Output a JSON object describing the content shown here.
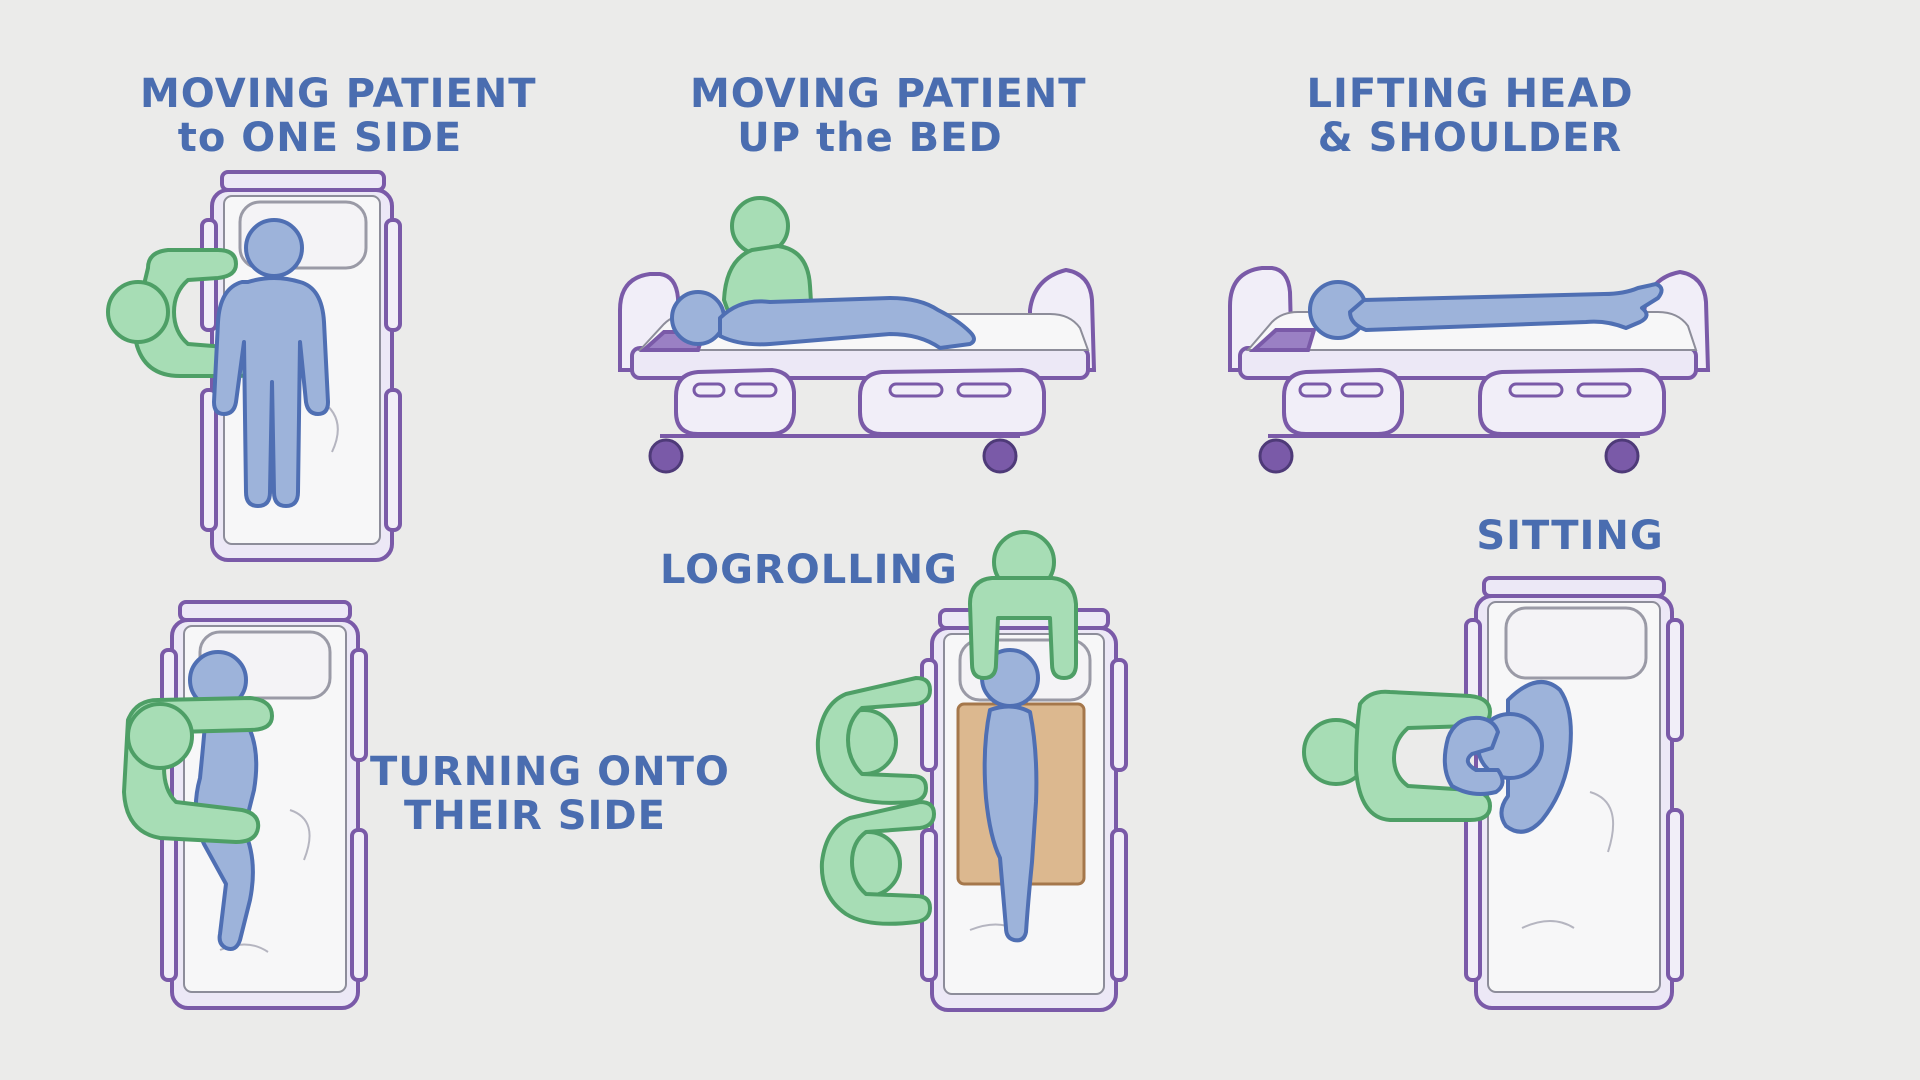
{
  "labels": {
    "moving_side": [
      "MOVING PATIENT",
      "to ONE SIDE"
    ],
    "moving_up": [
      "MOVING PATIENT",
      "UP the BED"
    ],
    "lifting": [
      "LIFTING HEAD",
      "& SHOULDER"
    ],
    "turning": [
      "TURNING ONTO",
      "THEIR SIDE"
    ],
    "logrolling": [
      "LOGROLLING"
    ],
    "sitting": [
      "SITTING"
    ]
  },
  "colors": {
    "background": "#ebebea",
    "label_text": "#4a6db0",
    "bed_frame": "#7a5aa8",
    "patient": "#9db3da",
    "caregiver": "#a7ddb5",
    "slide_sheet": "#dcb88f"
  }
}
